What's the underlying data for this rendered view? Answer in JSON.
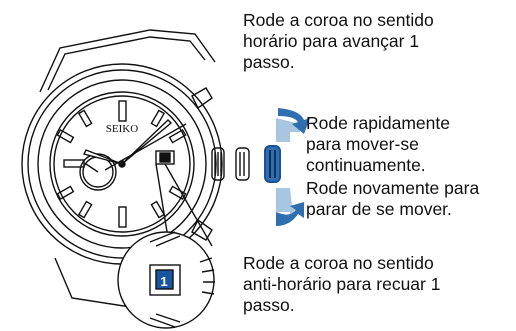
{
  "watch": {
    "brand": "SEIKO",
    "date": "1"
  },
  "instructions": {
    "clockwise": [
      "Rode a coroa no sentido",
      "horário para avançar 1",
      "passo."
    ],
    "rotate_fast": [
      "Rode rapidamente",
      "para mover-se",
      "continuamente."
    ],
    "rotate_again": [
      "Rode novamente para",
      "parar de se mover."
    ],
    "counterclockwise": [
      "Rode a coroa no sentido",
      "anti-horário para recuar 1",
      "passo."
    ]
  },
  "colors": {
    "arrow_light": "#a9c6e0",
    "arrow_dark": "#2f6fb0",
    "crown_highlight": "#1d4f9a",
    "line": "#111111"
  }
}
